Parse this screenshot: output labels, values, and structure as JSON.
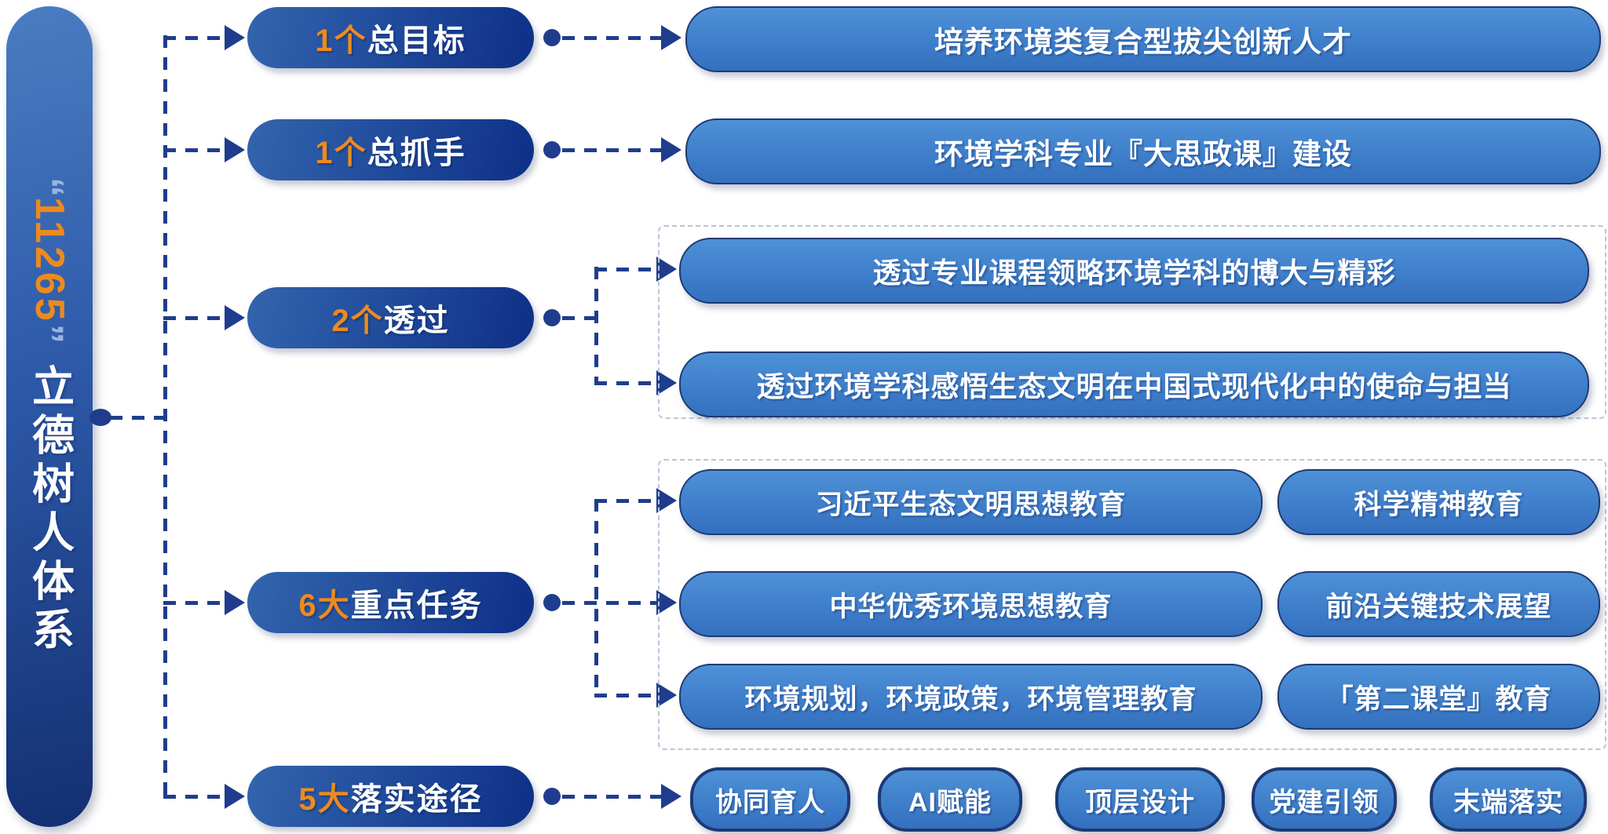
{
  "root": {
    "quote_open": "“",
    "number": "11265",
    "quote_close": "”",
    "label": "立德树人体系"
  },
  "nodes": [
    {
      "prefix": "1个",
      "label": "总目标"
    },
    {
      "prefix": "1个",
      "label": "总抓手"
    },
    {
      "prefix": "2个",
      "label": "透过"
    },
    {
      "prefix": "6大",
      "label": "重点任务"
    },
    {
      "prefix": "5大",
      "label": "落实途径"
    }
  ],
  "outcomes": {
    "goal": "培养环境类复合型拔尖创新人才",
    "anchor": "环境学科专业『大思政课』建设",
    "perspectives": [
      "透过专业课程领略环境学科的博大与精彩",
      "透过环境学科感悟生态文明在中国式现代化中的使命与担当"
    ],
    "key_tasks": [
      "习近平生态文明思想教育",
      "科学精神教育",
      "中华优秀环境思想教育",
      "前沿关键技术展望",
      "环境规划，环境政策，环境管理教育",
      "「第二课堂』教育"
    ],
    "implementation_paths": [
      "协同育人",
      "AI赋能",
      "顶层设计",
      "党建引领",
      "末端落实"
    ]
  },
  "colors": {
    "accent_orange": "#ee8a1e",
    "connector_navy": "#1f3d8c",
    "node_dark_blue": "#0e2f87",
    "box_blue": "#4389d2",
    "box_border_navy": "#1d3a74",
    "quote_light_blue": "#96b5e2"
  }
}
